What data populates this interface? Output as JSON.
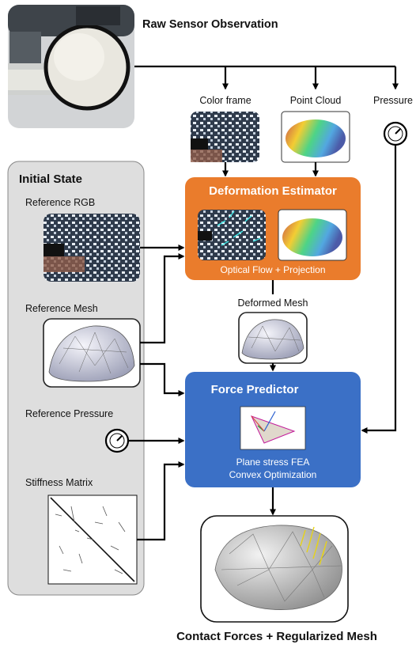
{
  "raw_sensor": {
    "title": "Raw Sensor Observation",
    "labels": {
      "color_frame": "Color frame",
      "point_cloud": "Point Cloud",
      "pressure": "Pressure"
    }
  },
  "initial_state": {
    "title": "Initial State",
    "reference_rgb": "Reference RGB",
    "reference_mesh": "Reference Mesh",
    "reference_pressure": "Reference Pressure",
    "stiffness_matrix": "Stiffness Matrix"
  },
  "deformation_estimator": {
    "title": "Deformation Estimator",
    "caption": "Optical Flow + Projection"
  },
  "deformed_mesh": {
    "label": "Deformed Mesh"
  },
  "force_predictor": {
    "title": "Force Predictor",
    "caption_line1": "Plane stress FEA",
    "caption_line2": "Convex Optimization"
  },
  "output": {
    "title": "Contact Forces + Regularized Mesh"
  },
  "colors": {
    "orange": "#ea7c2c",
    "blue": "#3b70c6",
    "gray_panel": "#dedede",
    "arrow": "#000000"
  }
}
